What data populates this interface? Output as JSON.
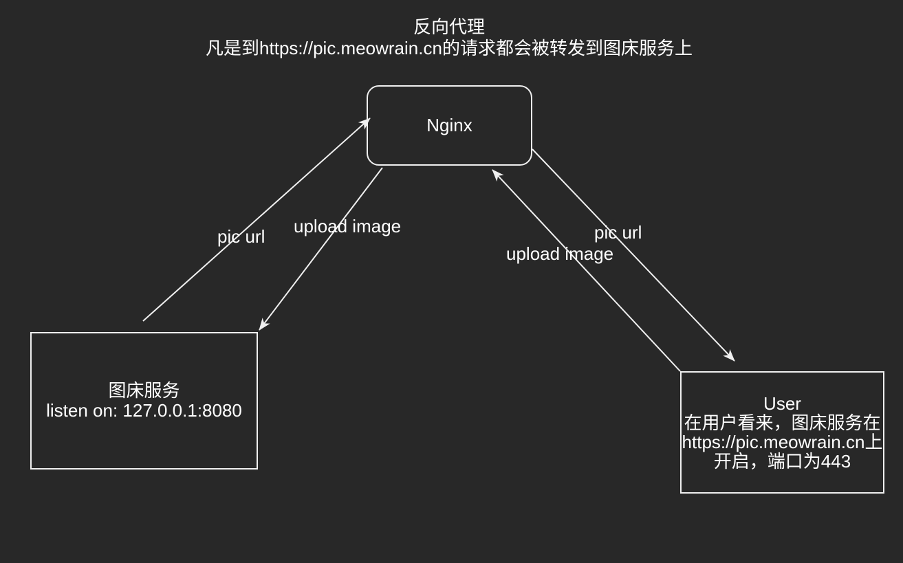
{
  "title": {
    "line1": "反向代理",
    "line2": "凡是到https://pic.meowrain.cn的请求都会被转发到图床服务上"
  },
  "nodes": {
    "nginx": {
      "label": "Nginx"
    },
    "pic_service": {
      "name": "图床服务",
      "detail": "listen on: 127.0.0.1:8080"
    },
    "user": {
      "line1": "User",
      "line2": "在用户看来，图床服务在",
      "line3": "https://pic.meowrain.cn上",
      "line4": "开启，端口为443"
    }
  },
  "edges": {
    "service_to_nginx": {
      "label": "pic url",
      "from": "图床服务",
      "to": "Nginx"
    },
    "nginx_to_service": {
      "label": "upload image",
      "from": "Nginx",
      "to": "图床服务"
    },
    "user_to_nginx": {
      "label": "upload image",
      "from": "User",
      "to": "Nginx"
    },
    "nginx_to_user": {
      "label": "pic url",
      "from": "Nginx",
      "to": "User"
    }
  },
  "colors": {
    "background": "#282828",
    "stroke": "#f0f0f0",
    "text": "#ffffff"
  }
}
